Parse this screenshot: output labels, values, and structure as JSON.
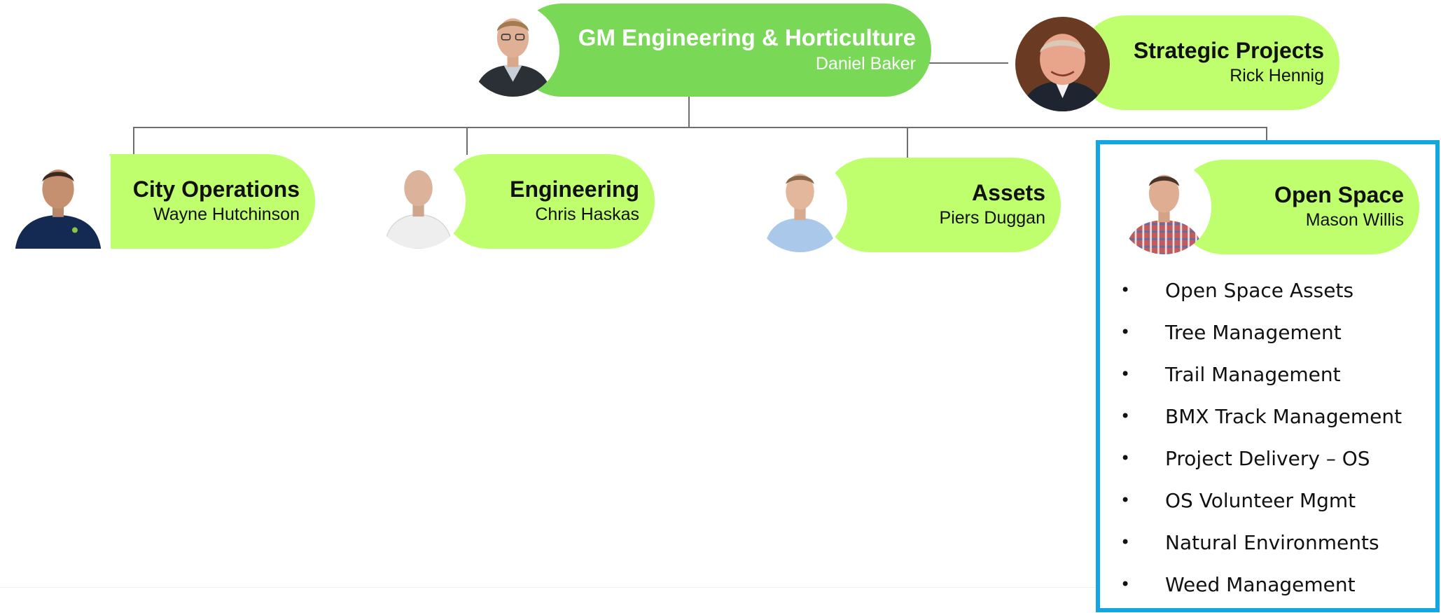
{
  "org_chart": {
    "head": {
      "title": "GM Engineering & Horticulture",
      "name": "Daniel Baker",
      "icon": "person-photo-icon"
    },
    "side": {
      "title": "Strategic Projects",
      "name": "Rick Hennig",
      "icon": "person-photo-icon"
    },
    "departments": [
      {
        "title": "City Operations",
        "name": "Wayne Hutchinson",
        "icon": "person-photo-icon"
      },
      {
        "title": "Engineering",
        "name": "Chris Haskas",
        "icon": "person-photo-icon"
      },
      {
        "title": "Assets",
        "name": "Piers Duggan",
        "icon": "person-photo-icon"
      },
      {
        "title": "Open Space",
        "name": "Mason Willis",
        "icon": "person-photo-icon"
      }
    ],
    "highlighted_department": "Open Space",
    "open_space_functions": [
      "Open Space Assets",
      "Tree Management",
      "Trail Management",
      "BMX Track Management",
      "Project Delivery – OS",
      "OS Volunteer Mgmt",
      "Natural Environments",
      "Weed Management"
    ],
    "bullet_symbol": "•",
    "colors": {
      "head_fill": "#79d957",
      "department_fill": "#bfff6e",
      "highlight_border": "#12a6e3",
      "connector": "#6e6e6e"
    }
  }
}
